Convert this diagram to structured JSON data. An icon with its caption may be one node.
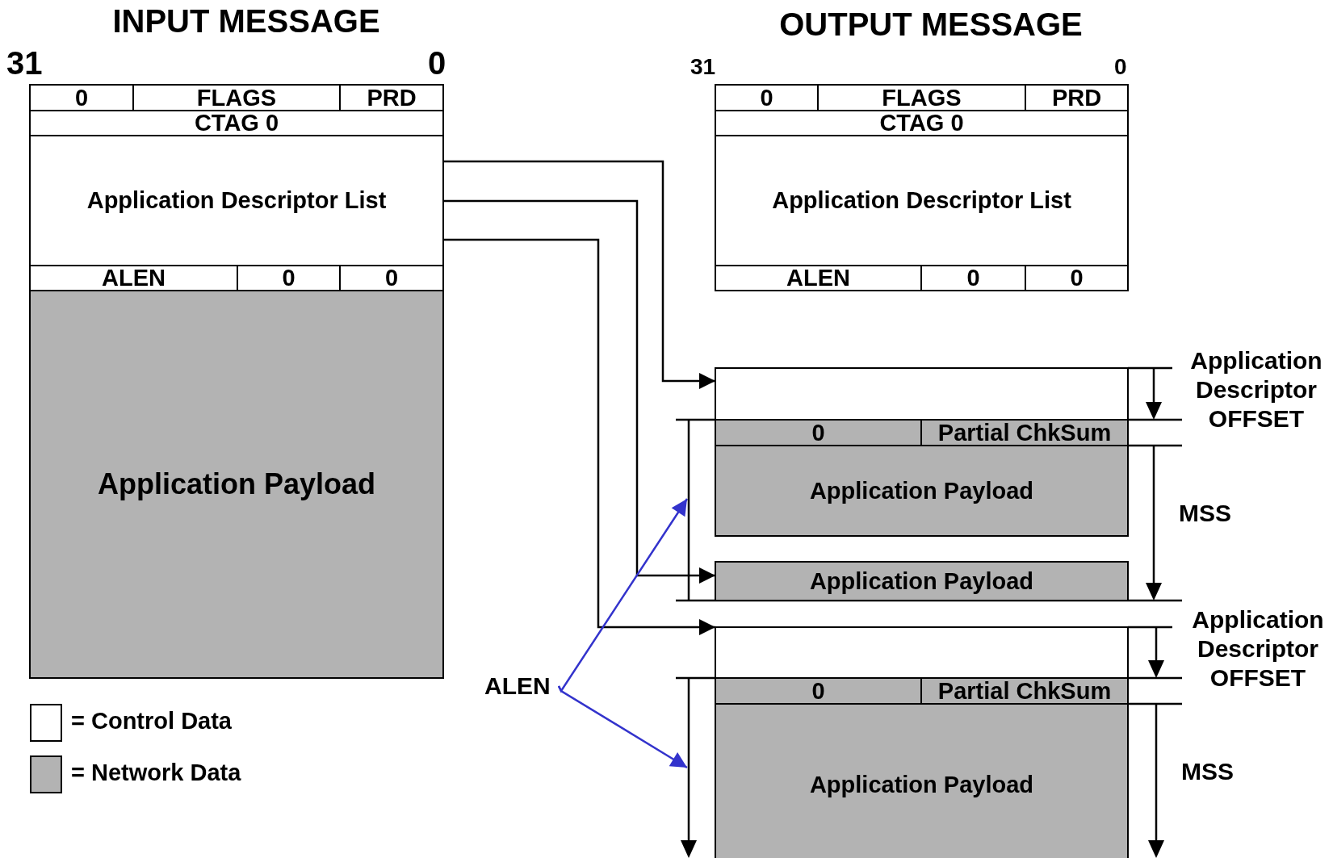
{
  "diagram": {
    "nodes": [
      {
        "text": [
          "0"
        ]
      },
      {
        "text": [
          "FLAGS"
        ]
      },
      {
        "text": [
          "PRD"
        ]
      },
      {
        "text": [
          "CTAG  0"
        ]
      },
      {
        "text": [
          "Application Descriptor List"
        ]
      },
      {
        "text": [
          "ALEN"
        ]
      },
      {
        "text": [
          "0"
        ]
      },
      {
        "text": [
          "0"
        ]
      },
      {
        "text": [
          "Application Payload"
        ]
      },
      {
        "text": [
          "0"
        ]
      },
      {
        "text": [
          "FLAGS"
        ]
      },
      {
        "text": [
          "PRD"
        ]
      },
      {
        "text": [
          "CTAG  0"
        ]
      },
      {
        "text": [
          "Application Descriptor List"
        ]
      },
      {
        "text": [
          "ALEN"
        ]
      },
      {
        "text": [
          "0"
        ]
      },
      {
        "text": [
          "0"
        ]
      },
      {
        "text": [],
        "shape": "box"
      },
      {
        "text": [
          "0"
        ]
      },
      {
        "text": [
          "Partial ChkSum"
        ]
      },
      {
        "text": [
          "Application Payload"
        ]
      },
      {
        "text": [
          "Application Payload"
        ]
      },
      {
        "text": [],
        "shape": "box"
      },
      {
        "text": [
          "0"
        ]
      },
      {
        "text": [
          "Partial ChkSum"
        ]
      },
      {
        "text": [
          "Application Payload"
        ]
      },
      {
        "text": [
          "ALEN"
        ]
      },
      {
        "text": [],
        "shape": "bar"
      },
      {
        "text": [],
        "shape": "bar"
      }
    ],
    "edges": [
      {
        "from": 4,
        "to": 17,
        "arrow": "to"
      },
      {
        "from": 4,
        "to": 21,
        "arrow": "to"
      },
      {
        "from": 4,
        "to": 22,
        "arrow": "to"
      },
      {
        "from": 26,
        "to": 27,
        "arrow": "to",
        "color": "#3333cc"
      },
      {
        "from": 26,
        "to": 28,
        "arrow": "to",
        "color": "#3333cc"
      }
    ],
    "labels": [
      "INPUT MESSAGE",
      "OUTPUT MESSAGE",
      "31",
      "0",
      "31",
      "0",
      "Application Descriptor OFFSET",
      "MSS",
      "Application Descriptor OFFSET",
      "MSS"
    ],
    "legend": [
      {
        "text": "= Control Data",
        "color": "#ffffff"
      },
      {
        "text": "= Network Data",
        "color": "#b3b3b3"
      }
    ]
  }
}
